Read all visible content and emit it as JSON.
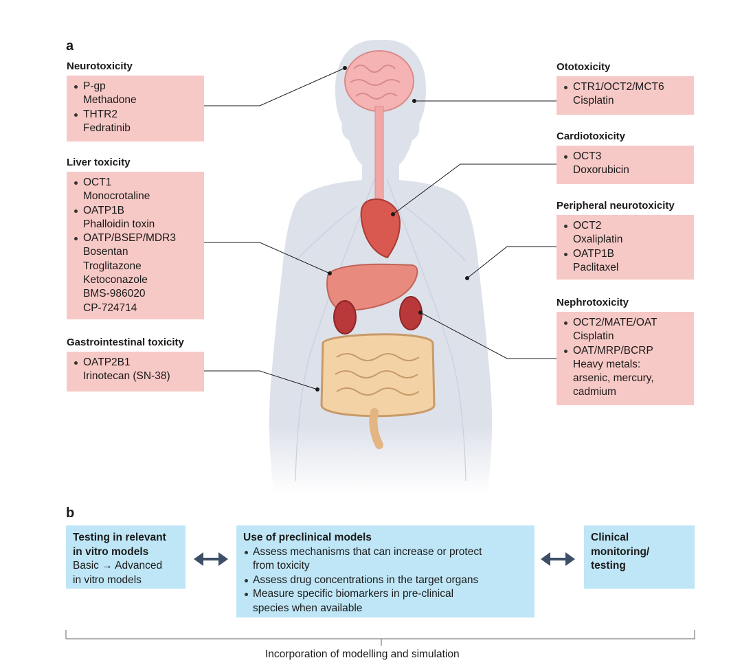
{
  "panel_a": {
    "label": "a",
    "neuro": {
      "title": "Neurotoxicity",
      "items": [
        {
          "name": "P-gp",
          "drugs": [
            "Methadone"
          ]
        },
        {
          "name": "THTR2",
          "drugs": [
            "Fedratinib"
          ]
        }
      ]
    },
    "liver": {
      "title": "Liver toxicity",
      "items": [
        {
          "name": "OCT1",
          "drugs": [
            "Monocrotaline"
          ]
        },
        {
          "name": "OATP1B",
          "drugs": [
            "Phalloidin toxin"
          ]
        },
        {
          "name": "OATP/BSEP/MDR3",
          "drugs": [
            "Bosentan",
            "Troglitazone",
            "Ketoconazole",
            "BMS-986020",
            "CP-724714"
          ]
        }
      ]
    },
    "gi": {
      "title": "Gastrointestinal toxicity",
      "items": [
        {
          "name": "OATP2B1",
          "drugs": [
            "Irinotecan (SN-38)"
          ]
        }
      ]
    },
    "oto": {
      "title": "Ototoxicity",
      "items": [
        {
          "name": "CTR1/OCT2/MCT6",
          "drugs": [
            "Cisplatin"
          ]
        }
      ]
    },
    "cardio": {
      "title": "Cardiotoxicity",
      "items": [
        {
          "name": "OCT3",
          "drugs": [
            "Doxorubicin"
          ]
        }
      ]
    },
    "periph": {
      "title": "Peripheral neurotoxicity",
      "items": [
        {
          "name": "OCT2",
          "drugs": [
            "Oxaliplatin"
          ]
        },
        {
          "name": "OATP1B",
          "drugs": [
            "Paclitaxel"
          ]
        }
      ]
    },
    "nephro": {
      "title": "Nephrotoxicity",
      "items": [
        {
          "name": "OCT2/MATE/OAT",
          "drugs": [
            "Cisplatin"
          ]
        },
        {
          "name": "OAT/MRP/BCRP",
          "drugs": [
            "Heavy metals:",
            "arsenic, mercury,",
            "cadmium"
          ]
        }
      ]
    }
  },
  "panel_b": {
    "label": "b",
    "left": {
      "title_1": "Testing in relevant",
      "title_2": "in vitro models",
      "line_1": "Basic → Advanced",
      "line_2": "in vitro models"
    },
    "center": {
      "title": "Use of preclinical models",
      "bullets": [
        [
          "Assess mechanisms that can increase or protect",
          "from toxicity"
        ],
        [
          "Assess drug concentrations in the target organs"
        ],
        [
          "Measure specific biomarkers in pre-clinical",
          "species when available"
        ]
      ]
    },
    "right": {
      "title_1": "Clinical",
      "title_2": "monitoring/",
      "title_3": "testing"
    },
    "caption": "Incorporation of modelling and simulation"
  },
  "colors": {
    "box_pink": "#f7c9c6",
    "box_blue": "#bfe6f6",
    "body": "#dde1ea",
    "arrow": "#3d4f66"
  }
}
